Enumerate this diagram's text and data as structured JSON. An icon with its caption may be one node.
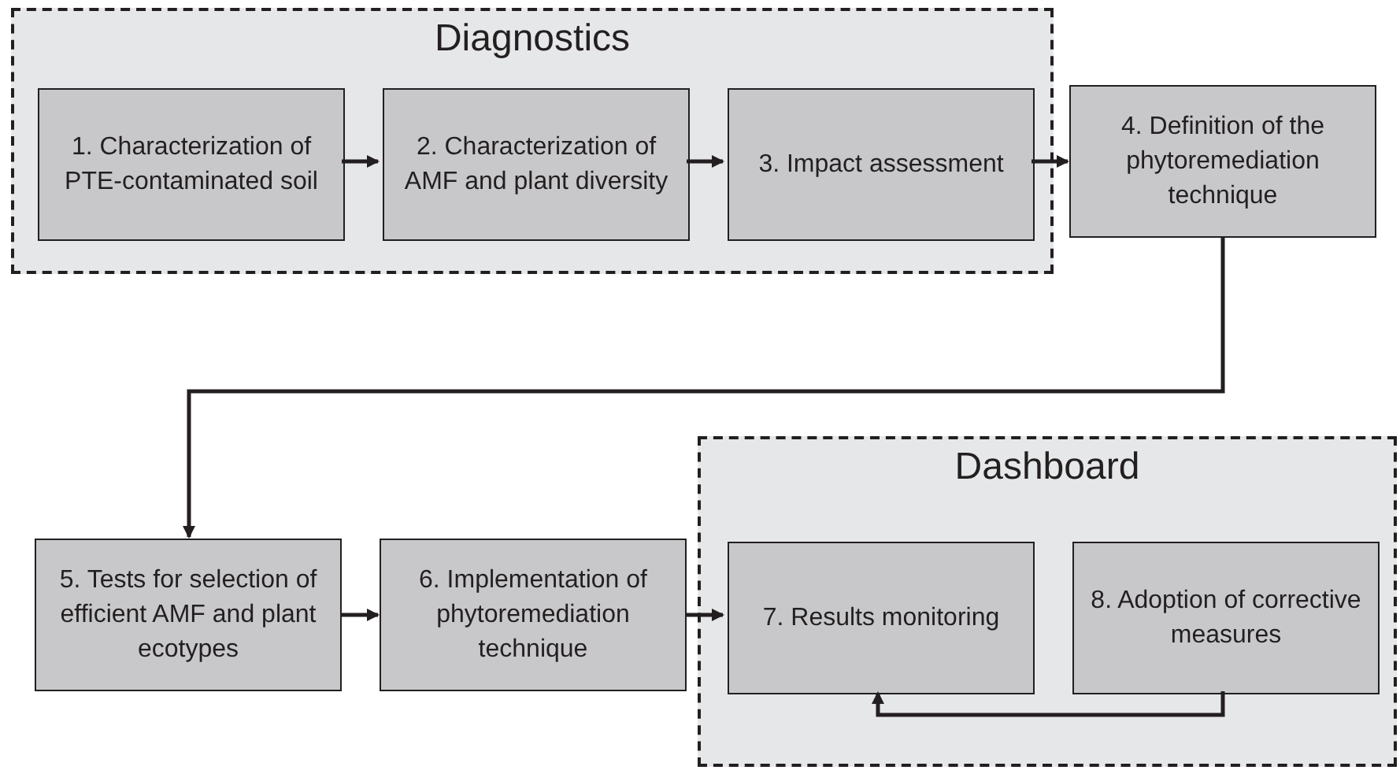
{
  "diagram": {
    "nodes": [
      {
        "text": [
          "Diagnostics"
        ]
      },
      {
        "text": [
          "1. Characterization of PTE-contaminated soil"
        ],
        "in": 0
      },
      {
        "text": [
          "2. Characterization of AMF and plant diversity"
        ],
        "in": 0
      },
      {
        "text": [
          "3. Impact assessment"
        ],
        "in": 0
      },
      {
        "text": [
          "4. Definition of the phytoremediation technique"
        ]
      },
      {
        "text": [
          "5. Tests for selection of efficient AMF and plant ecotypes"
        ]
      },
      {
        "text": [
          "6. Implementation of phytoremediation technique"
        ]
      },
      {
        "text": [
          "Dashboard"
        ]
      },
      {
        "text": [
          "7. Results monitoring"
        ],
        "in": 7
      },
      {
        "text": [
          "8. Adoption of corrective measures"
        ],
        "in": 7
      }
    ],
    "edges": [
      {
        "from": 1,
        "to": 2,
        "arrow": "to"
      },
      {
        "from": 2,
        "to": 3,
        "arrow": "to"
      },
      {
        "from": 3,
        "to": 4,
        "arrow": "to"
      },
      {
        "from": 4,
        "to": 5,
        "arrow": "to"
      },
      {
        "from": 5,
        "to": 6,
        "arrow": "to"
      },
      {
        "from": 6,
        "to": 8,
        "arrow": "to"
      },
      {
        "from": 9,
        "to": 8,
        "arrow": "to"
      }
    ]
  }
}
